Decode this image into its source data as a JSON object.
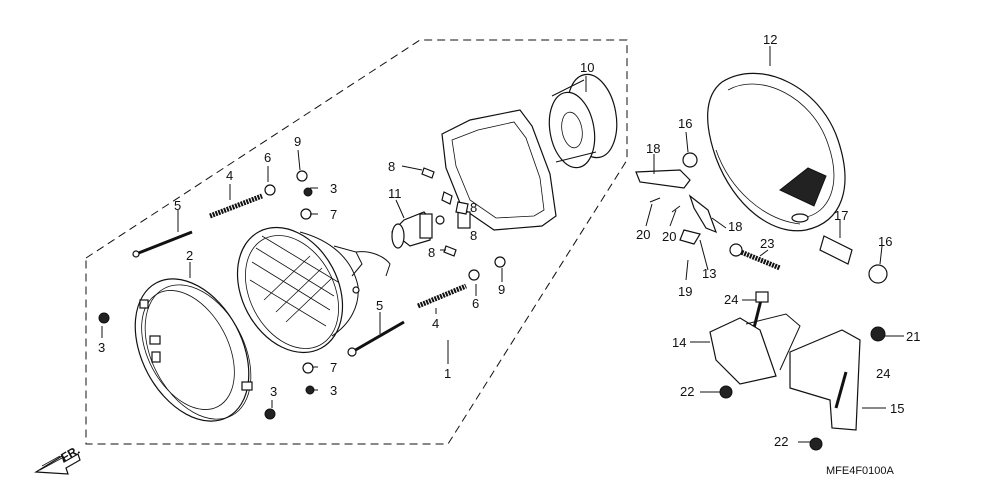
{
  "diagram": {
    "labels": [
      "1",
      "2",
      "3",
      "3",
      "3",
      "3",
      "4",
      "4",
      "5",
      "5",
      "6",
      "6",
      "7",
      "7",
      "8",
      "8",
      "8",
      "8",
      "9",
      "9",
      "10",
      "11",
      "12",
      "13",
      "14",
      "15",
      "16",
      "16",
      "17",
      "18",
      "18",
      "19",
      "20",
      "20",
      "21",
      "22",
      "22",
      "23",
      "24",
      "24"
    ],
    "diagram_code": "MFE4F0100A",
    "front_marker": "FR."
  }
}
